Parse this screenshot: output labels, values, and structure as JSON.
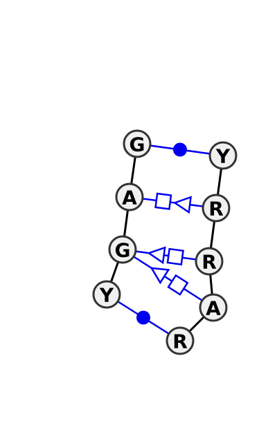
{
  "colors": {
    "background": "#ffffff",
    "backbone": "#000000",
    "pair": "#0000ee",
    "node_fill": "#f0f0f0",
    "node_stroke": "#333333"
  },
  "nodes": [
    {
      "id": "n1",
      "label": "G"
    },
    {
      "id": "n2",
      "label": "A"
    },
    {
      "id": "n3",
      "label": "G"
    },
    {
      "id": "n4",
      "label": "Y"
    },
    {
      "id": "n5",
      "label": "R"
    },
    {
      "id": "n6",
      "label": "A"
    },
    {
      "id": "n7",
      "label": "R"
    },
    {
      "id": "n8",
      "label": "R"
    },
    {
      "id": "n9",
      "label": "Y"
    }
  ],
  "backbone": [
    [
      "n1",
      "n2"
    ],
    [
      "n2",
      "n3"
    ],
    [
      "n3",
      "n4"
    ],
    [
      "n5",
      "n6"
    ],
    [
      "n6",
      "n7"
    ],
    [
      "n7",
      "n8"
    ],
    [
      "n8",
      "n9"
    ]
  ],
  "pairs": [
    {
      "from": "n1",
      "to": "n9",
      "symbol": "filled-circle"
    },
    {
      "from": "n2",
      "to": "n8",
      "symbol": "square-triangle"
    },
    {
      "from": "n3",
      "to": "n7",
      "symbol": "triangle-square"
    },
    {
      "from": "n3",
      "to": "n6",
      "symbol": "triangle-square"
    },
    {
      "from": "n4",
      "to": "n5",
      "symbol": "filled-circle"
    }
  ]
}
